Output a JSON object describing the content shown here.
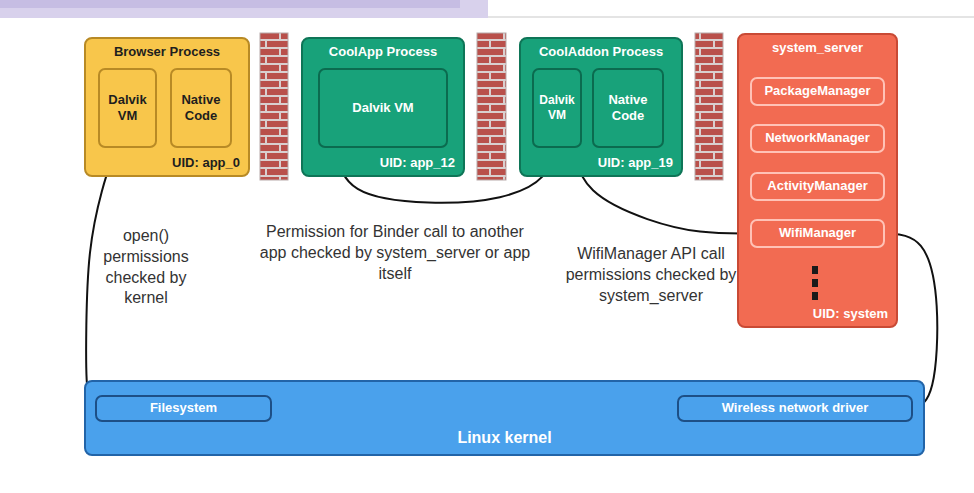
{
  "diagram": {
    "nodes": [
      {
        "text": [
          "Browser Process",
          "UID: app_0"
        ]
      },
      {
        "text": [
          "Dalvik VM"
        ],
        "in": 0
      },
      {
        "text": [
          "Native Code"
        ],
        "in": 0
      },
      {
        "text": [
          "CoolApp Process",
          "UID: app_12"
        ]
      },
      {
        "text": [
          "Dalvik VM"
        ],
        "in": 3
      },
      {
        "text": [
          "CoolAddon Process",
          "UID: app_19"
        ]
      },
      {
        "text": [
          "Dalvik VM"
        ],
        "in": 5
      },
      {
        "text": [
          "Native Code"
        ],
        "in": 5
      },
      {
        "text": [
          "system_server",
          "UID: system"
        ]
      },
      {
        "text": [
          "PackageManager"
        ],
        "in": 8
      },
      {
        "text": [
          "NetworkManager"
        ],
        "in": 8
      },
      {
        "text": [
          "ActivityManager"
        ],
        "in": 8
      },
      {
        "text": [
          "WifiManager"
        ],
        "in": 8
      },
      {
        "text": [
          "Linux kernel"
        ]
      },
      {
        "text": [
          "Filesystem"
        ],
        "in": 13
      },
      {
        "text": [
          "Wireless network driver"
        ],
        "in": 13
      }
    ],
    "edges": [
      {
        "from": 1,
        "to": 14,
        "arrow": "to"
      },
      {
        "from": 4,
        "to": 6,
        "arrow": "to"
      },
      {
        "from": 6,
        "to": 12,
        "arrow": "to"
      },
      {
        "from": 12,
        "to": 15,
        "arrow": "to"
      }
    ],
    "labels": [
      "open() permissions checked by kernel",
      "Permission for Binder call to another app checked by system_server or app itself",
      "WifiManager API call permissions checked by system_server"
    ]
  }
}
